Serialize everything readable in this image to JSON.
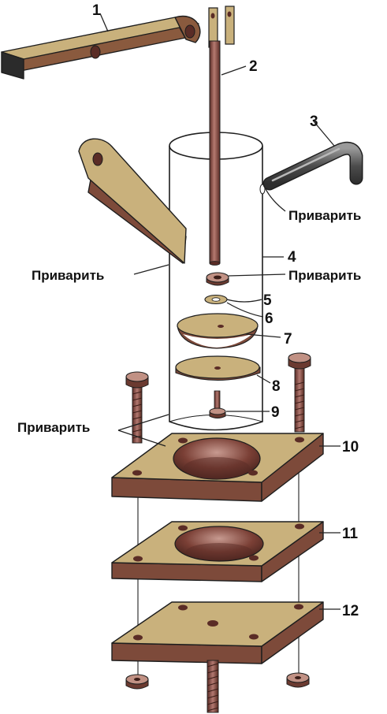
{
  "labels": {
    "part_1": "1",
    "part_2": "2",
    "part_3": "3",
    "part_4": "4",
    "part_5": "5",
    "part_6": "6",
    "part_7": "7",
    "part_8": "8",
    "part_9": "9",
    "part_10": "10",
    "part_11": "11",
    "part_12": "12",
    "weld": "Приварить"
  },
  "colors": {
    "wood_top": "#c9b17c",
    "wood_side": "#7d4a3a",
    "rod": "#8a4c44",
    "steel": "#5a5a5a",
    "cylinder_outline": "#1e1e1e"
  }
}
